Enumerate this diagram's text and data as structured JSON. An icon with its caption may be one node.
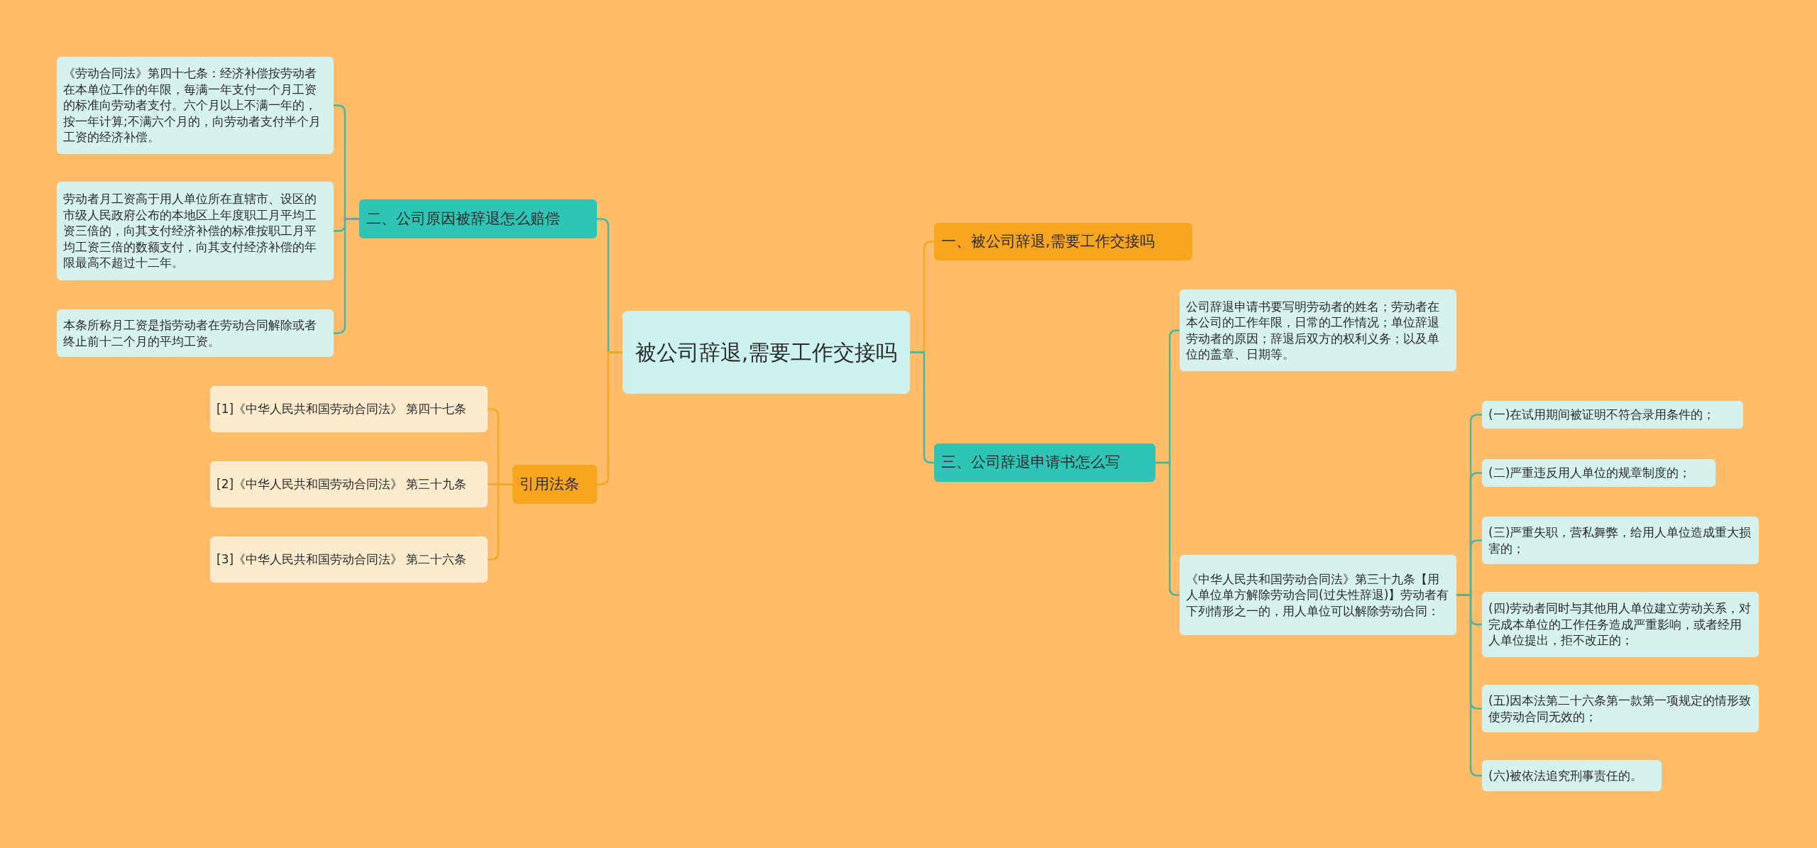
{
  "diagram": {
    "nodes": [
      {
        "text": [
          "被公司辞退,需要工作交接吗"
        ]
      },
      {
        "text": [
          "二、公司原因被辞退怎么赔偿"
        ]
      },
      {
        "text": [
          "《劳动合同法》第四十七条：经济补偿按劳动者在本单位工作的年限，每满一年支付一个月工资的标准向劳动者支付。六个月以上不满一年的，按一年计算;不满六个月的，向劳动者支付半个月工资的经济补偿。"
        ]
      },
      {
        "text": [
          "劳动者月工资高于用人单位所在直辖市、设区的市级人民政府公布的本地区上年度职工月平均工资三倍的，向其支付经济补偿的标准按职工月平均工资三倍的数额支付，向其支付经济补偿的年限最高不超过十二年。"
        ]
      },
      {
        "text": [
          "本条所称月工资是指劳动者在劳动合同解除或者终止前十二个月的平均工资。"
        ]
      },
      {
        "text": [
          "引用法条"
        ]
      },
      {
        "text": [
          "[1]《中华人民共和国劳动合同法》 第四十七条"
        ]
      },
      {
        "text": [
          "[2]《中华人民共和国劳动合同法》 第三十九条"
        ]
      },
      {
        "text": [
          "[3]《中华人民共和国劳动合同法》 第二十六条"
        ]
      },
      {
        "text": [
          "一、被公司辞退,需要工作交接吗"
        ]
      },
      {
        "text": [
          "三、公司辞退申请书怎么写"
        ]
      },
      {
        "text": [
          "公司辞退申请书要写明劳动者的姓名；劳动者在本公司的工作年限，日常的工作情况；单位辞退劳动者的原因；辞退后双方的权利义务；以及单位的盖章、日期等。"
        ]
      },
      {
        "text": [
          "《中华人民共和国劳动合同法》第三十九条【用人单位单方解除劳动合同(过失性辞退)】劳动者有下列情形之一的，用人单位可以解除劳动合同："
        ]
      },
      {
        "text": [
          "(一)在试用期间被证明不符合录用条件的；"
        ]
      },
      {
        "text": [
          "(二)严重违反用人单位的规章制度的；"
        ]
      },
      {
        "text": [
          "(三)严重失职，营私舞弊，给用人单位造成重大损害的；"
        ]
      },
      {
        "text": [
          "(四)劳动者同时与其他用人单位建立劳动关系，对完成本单位的工作任务造成严重影响，或者经用人单位提出，拒不改正的；"
        ]
      },
      {
        "text": [
          "(五)因本法第二十六条第一款第一项规定的情形致使劳动合同无效的；"
        ]
      },
      {
        "text": [
          "(六)被依法追究刑事责任的。"
        ]
      }
    ],
    "edges": [
      {
        "from": 0,
        "to": 1,
        "arrow": "none"
      },
      {
        "from": 1,
        "to": 2,
        "arrow": "none"
      },
      {
        "from": 1,
        "to": 3,
        "arrow": "none"
      },
      {
        "from": 1,
        "to": 4,
        "arrow": "none"
      },
      {
        "from": 0,
        "to": 5,
        "arrow": "none",
        "color": "#f5a623"
      },
      {
        "from": 5,
        "to": 6,
        "arrow": "none",
        "color": "#f5a623"
      },
      {
        "from": 5,
        "to": 7,
        "arrow": "none",
        "color": "#f5a623"
      },
      {
        "from": 5,
        "to": 8,
        "arrow": "none",
        "color": "#f5a623"
      },
      {
        "from": 0,
        "to": 9,
        "arrow": "none",
        "color": "#f5a623"
      },
      {
        "from": 0,
        "to": 10,
        "arrow": "none"
      },
      {
        "from": 10,
        "to": 11,
        "arrow": "none"
      },
      {
        "from": 10,
        "to": 12,
        "arrow": "none"
      },
      {
        "from": 12,
        "to": 13,
        "arrow": "none"
      },
      {
        "from": 12,
        "to": 14,
        "arrow": "none"
      },
      {
        "from": 12,
        "to": 15,
        "arrow": "none"
      },
      {
        "from": 12,
        "to": 16,
        "arrow": "none"
      },
      {
        "from": 12,
        "to": 17,
        "arrow": "none"
      },
      {
        "from": 12,
        "to": 18,
        "arrow": "none"
      }
    ]
  }
}
